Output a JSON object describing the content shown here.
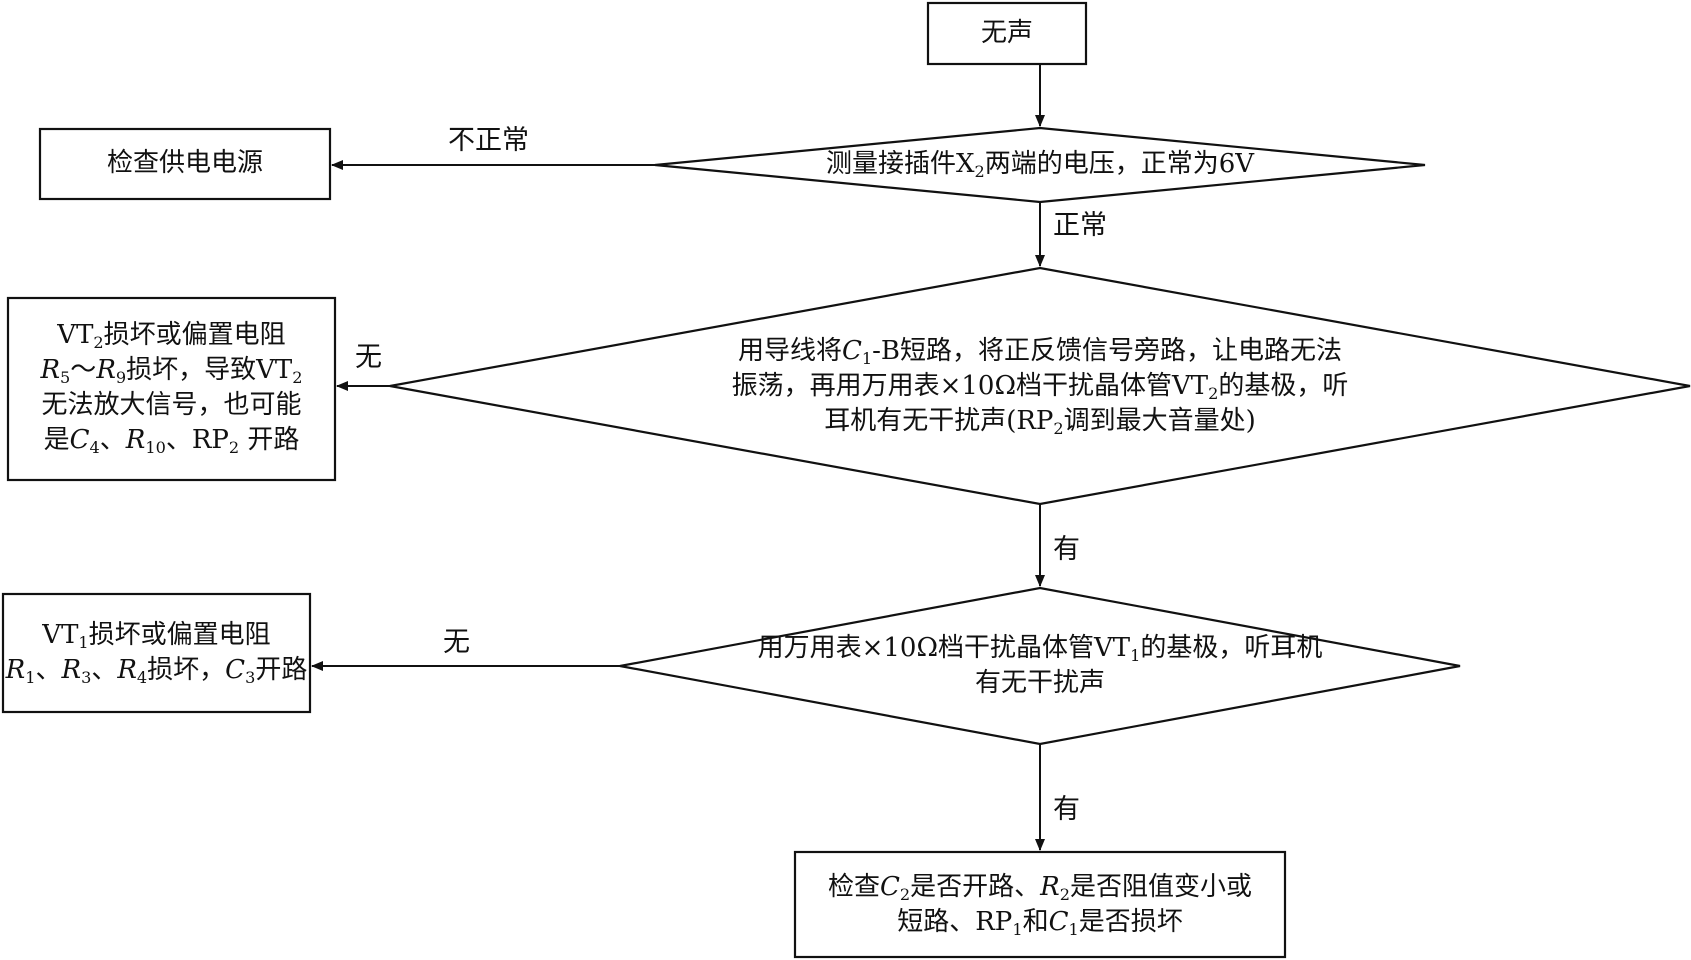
{
  "nodes": {
    "start": {
      "text": "无声"
    },
    "check_power": {
      "text": "检查供电电源"
    },
    "d1": {
      "p1": "测量接插件X",
      "sub1": "2",
      "p2": "两端的电压，正常为6V"
    },
    "d2": {
      "l1_a": "用导线将",
      "l1_c": "C",
      "l1_sub": "1",
      "l1_b": "-B短路，将正反馈信号旁路，让电路无法",
      "l2_a": "振荡，再用万用表×10Ω档干扰晶体管VT",
      "l2_sub": "2",
      "l2_b": "的基极，听",
      "l3_a": "耳机有无干扰声(RP",
      "l3_sub": "2",
      "l3_b": "调到最大音量处)"
    },
    "r_vt2": {
      "l1_a": "VT",
      "l1_sub": "2",
      "l1_b": "损坏或偏置电阻",
      "l2_r5": "R",
      "l2_sub5": "5",
      "l2_tilde": "～",
      "l2_r9": "R",
      "l2_sub9": "9",
      "l2_b": "损坏，导致VT",
      "l2_sub": "2",
      "l3": "无法放大信号，也可能",
      "l4_a": "是",
      "l4_c4": "C",
      "l4_sub4": "4",
      "l4_sep1": "、",
      "l4_r10": "R",
      "l4_sub10": "10",
      "l4_sep2": "、RP",
      "l4_sub2": "2",
      "l4_b": " 开路"
    },
    "d3": {
      "l1_a": "用万用表×10Ω档干扰晶体管VT",
      "l1_sub": "1",
      "l1_b": "的基极，听耳机",
      "l2": "有无干扰声"
    },
    "r_vt1": {
      "l1_a": "VT",
      "l1_sub": "1",
      "l1_b": "损坏或偏置电阻",
      "l2_r1": "R",
      "l2_sub1": "1",
      "l2_sep1": "、",
      "l2_r3": "R",
      "l2_sub3": "3",
      "l2_sep2": "、",
      "l2_r4": "R",
      "l2_sub4": "4",
      "l2_b": "损坏，",
      "l2_c3": "C",
      "l2_subc3": "3",
      "l2_c": "开路"
    },
    "final": {
      "l1_a": "检查",
      "l1_c2": "C",
      "l1_subc2": "2",
      "l1_b": "是否开路、",
      "l1_r2": "R",
      "l1_subr2": "2",
      "l1_c": "是否阻值变小或",
      "l2_a": "短路、RP",
      "l2_sub": "1",
      "l2_b": "和",
      "l2_c1": "C",
      "l2_subc1": "1",
      "l2_c": "是否损坏"
    }
  },
  "edge_labels": {
    "abnormal": "不正常",
    "normal": "正常",
    "none_1": "无",
    "has_1": "有",
    "none_2": "无",
    "has_2": "有"
  }
}
